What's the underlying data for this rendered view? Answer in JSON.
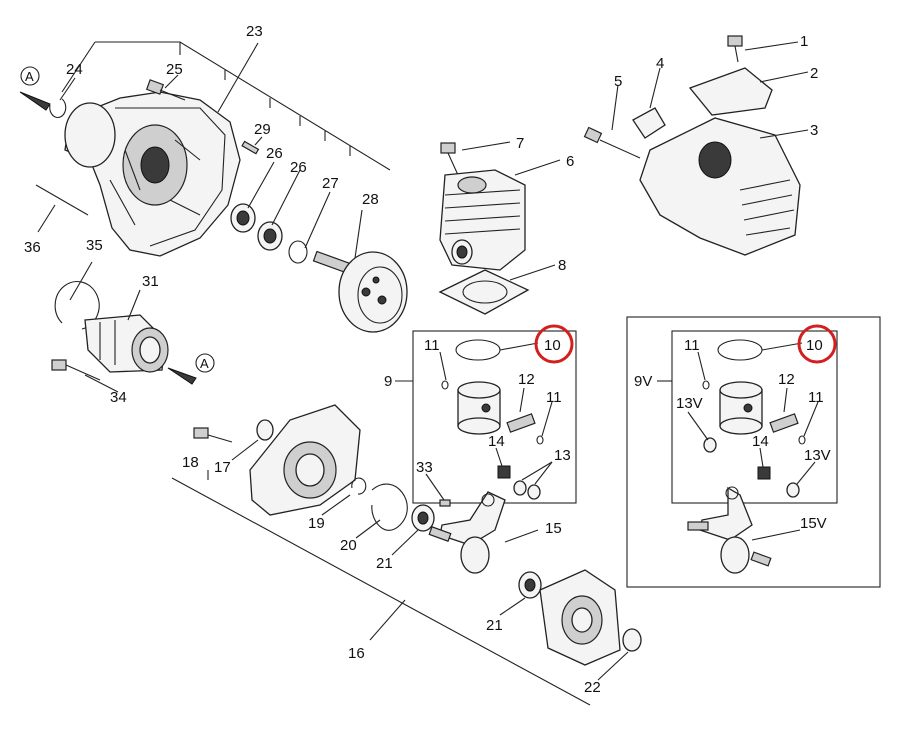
{
  "colors": {
    "highlight": "#d31f1f",
    "ink": "#222222",
    "background": "#ffffff"
  },
  "callouts": {
    "p1": "1",
    "p2": "2",
    "p3": "3",
    "p4": "4",
    "p5": "5",
    "p6": "6",
    "p7": "7",
    "p8": "8",
    "p9": "9",
    "p10": "10",
    "p11a": "11",
    "p11b": "11",
    "p12": "12",
    "p13": "13",
    "p14": "14",
    "p15": "15",
    "p16": "16",
    "p17": "17",
    "p18": "18",
    "p19": "19",
    "p20": "20",
    "p21a": "21",
    "p21b": "21",
    "p22": "22",
    "p23": "23",
    "p24": "24",
    "p25": "25",
    "p26a": "26",
    "p26b": "26",
    "p27": "27",
    "p28": "28",
    "p29": "29",
    "p31": "31",
    "p33": "33",
    "p34": "34",
    "p35": "35",
    "p36": "36"
  },
  "variant_callouts": {
    "p9v": "9V",
    "p10v": "10",
    "p11va": "11",
    "p11vb": "11",
    "p12v": "12",
    "p13va": "13V",
    "p13vb": "13V",
    "p14v": "14",
    "p15v": "15V"
  },
  "connector_marks": {
    "a1": "A",
    "a2": "A"
  }
}
